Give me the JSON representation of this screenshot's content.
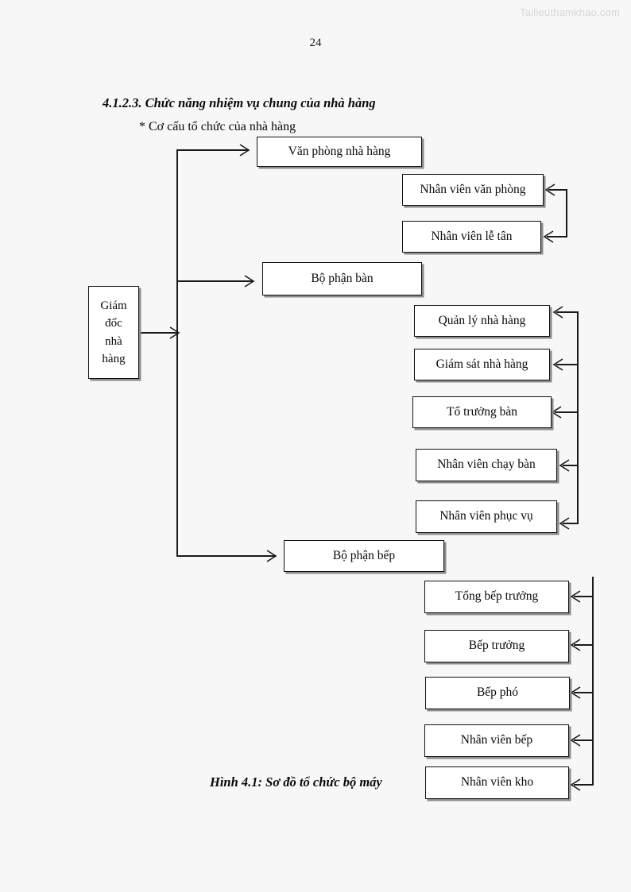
{
  "document": {
    "watermark": "Tailieuthamkhao.com",
    "page_number": "24",
    "heading": "4.1.2.3. Chức năng nhiệm vụ chung của nhà hàng",
    "subheading": "* Cơ cấu tổ chức của nhà hàng",
    "caption": "Hình 4.1: Sơ đồ tổ chức bộ máy"
  },
  "chart_data": {
    "type": "diagram",
    "title": "Hình 4.1: Sơ đồ tổ chức bộ máy",
    "root": {
      "id": "giam-doc",
      "label_lines": [
        "Giám",
        "đốc",
        "nhà",
        "hàng"
      ],
      "label": "Giám đốc nhà hàng"
    },
    "branches": [
      {
        "id": "van-phong",
        "label": "Văn phòng nhà hàng",
        "children": [
          {
            "id": "nhan-vien-van-phong",
            "label": "Nhân viên văn phòng"
          },
          {
            "id": "nhan-vien-le-tan",
            "label": "Nhân viên lễ tân"
          }
        ]
      },
      {
        "id": "bo-phan-ban",
        "label": "Bộ phận bàn",
        "children": [
          {
            "id": "quan-ly-nha-hang",
            "label": "Quản lý nhà hàng"
          },
          {
            "id": "giam-sat-nha-hang",
            "label": "Giám sát nhà hàng"
          },
          {
            "id": "to-truong-ban",
            "label": "Tổ trưởng bàn"
          },
          {
            "id": "nhan-vien-chay-ban",
            "label": "Nhân viên chạy bàn"
          },
          {
            "id": "nhan-vien-phuc-vu",
            "label": "Nhân viên phục vụ"
          }
        ]
      },
      {
        "id": "bo-phan-bep",
        "label": "Bộ phận bếp",
        "children": [
          {
            "id": "tong-bep-truong",
            "label": "Tổng bếp trưởng"
          },
          {
            "id": "bep-truong",
            "label": "Bếp trưởng"
          },
          {
            "id": "bep-pho",
            "label": "Bếp phó"
          },
          {
            "id": "nhan-vien-bep",
            "label": "Nhân viên bếp"
          },
          {
            "id": "nhan-vien-kho",
            "label": "Nhân viên kho"
          }
        ]
      }
    ],
    "colors": {
      "page_background": "#f7f7f7",
      "box_fill": "#ffffff",
      "box_border": "#111111",
      "box_shadow": "#8b8b8b",
      "connector": "#1a1a1a",
      "watermark": "#d6d6d6"
    }
  }
}
